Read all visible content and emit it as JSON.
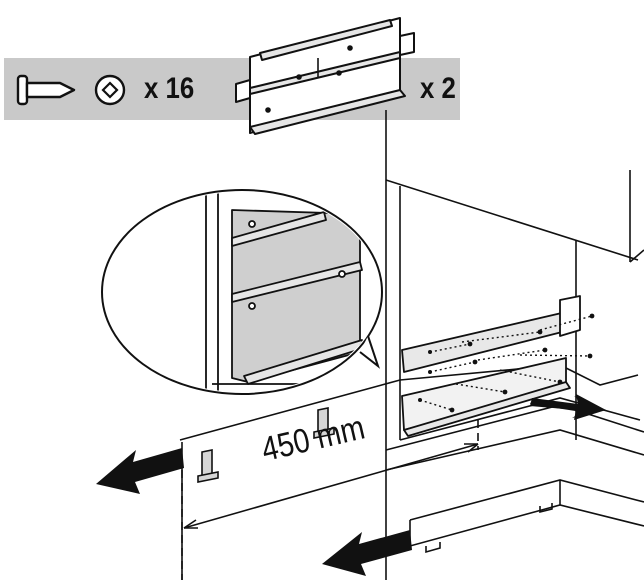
{
  "parts": {
    "screw_quantity": "x 16",
    "bracket_quantity": "x 2",
    "screw_icon": "screw-icon",
    "phillips_icon": "phillips-head-icon",
    "bracket_icon": "mounting-bracket-icon"
  },
  "dimension": {
    "label": "450 mm"
  },
  "colors": {
    "band": "#c9c9c9",
    "line": "#111111",
    "bracket_fill": "#d2d2d2",
    "arrow": "#111111"
  }
}
